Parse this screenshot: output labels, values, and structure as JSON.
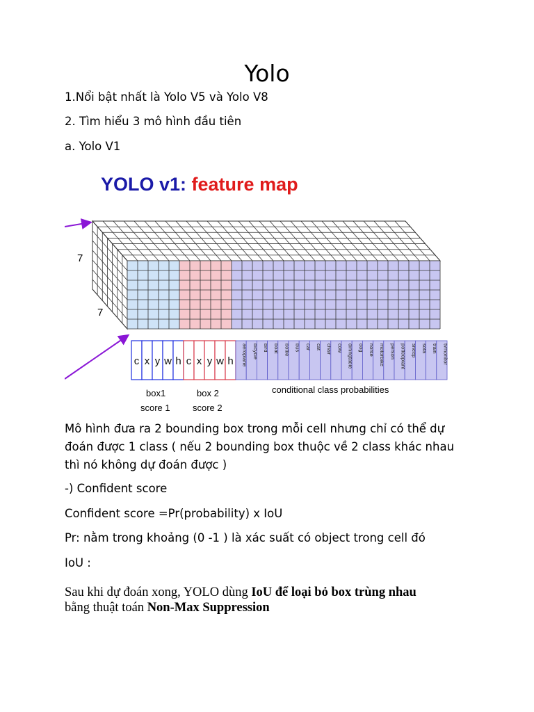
{
  "title": "Yolo",
  "items": [
    "1.Nổi bật nhất là Yolo V5 và Yolo V8",
    "2. Tìm hiểu 3 mô hình đầu tiên",
    "a. Yolo V1"
  ],
  "figure": {
    "heading_part1": "YOLO v1: ",
    "heading_part2": "feature map",
    "dim_label_top": "7",
    "dim_label_side": "7",
    "box_channels": [
      "c",
      "x",
      "y",
      "w",
      "h"
    ],
    "class_names": [
      "aeroplane",
      "bicycle",
      "bird",
      "boat",
      "bottle",
      "bus",
      "car",
      "cat",
      "chair",
      "cow",
      "diningtable",
      "dog",
      "horse",
      "motorbike",
      "person",
      "pottedplant",
      "sheep",
      "sofa",
      "train",
      "tvmonitor"
    ],
    "box1_label": "box1",
    "box1_score": "score 1",
    "box2_label": "box 2",
    "box2_score": "score 2",
    "class_prob_label": "conditional class probabilities",
    "colors": {
      "heading_blue": "#1a1aa8",
      "heading_red": "#e01b1b",
      "box1_fill": "#cfe3f7",
      "box2_fill": "#f6c7cc",
      "class_fill": "#c8c6f1",
      "box1_stroke": "#1f2fe0",
      "box2_stroke": "#d93a4a",
      "class_stroke": "#5a58c8",
      "arrow": "#8a16d6"
    }
  },
  "para1": "Mô hình đưa ra 2 bounding box trong mỗi cell nhưng chỉ có thể dự đoán được 1 class ( nếu 2 bounding box thuộc về 2 class khác nhau thì nó không dự đoán được )",
  "lines2": [
    "-) Confident score",
    "Confident score =Pr(probability) x IoU",
    "Pr: nằm trong khoảng (0 -1 ) là xác suất có object trong cell đó",
    "IoU :"
  ],
  "final": {
    "text1": "Sau khi dự đoán xong, YOLO dùng ",
    "bold1": "IoU để loại bỏ box trùng nhau",
    "text2": " bằng thuật toán ",
    "bold2": "Non-Max Suppression"
  }
}
